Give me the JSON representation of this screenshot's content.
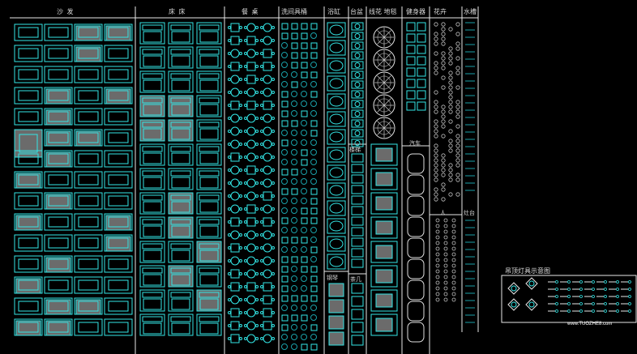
{
  "columns": [
    {
      "key": "sofa",
      "label": "沙  发"
    },
    {
      "key": "bed",
      "label": "床  床"
    },
    {
      "key": "dining",
      "label": "餐  桌"
    },
    {
      "key": "bath",
      "label": "洗间具桶"
    },
    {
      "key": "bathtub",
      "label": "浴缸"
    },
    {
      "key": "basin",
      "label": "台盆"
    },
    {
      "key": "floor",
      "label": "线花 地毯"
    },
    {
      "key": "office",
      "label": "健身器"
    },
    {
      "key": "plant",
      "label": "花卉"
    },
    {
      "key": "water",
      "label": "水槽"
    }
  ],
  "sublabels": [
    {
      "key": "car",
      "label": "汽车"
    },
    {
      "key": "stair",
      "label": "楼梯"
    },
    {
      "key": "piano",
      "label": "钢琴"
    },
    {
      "key": "tea",
      "label": "茶几"
    },
    {
      "key": "people",
      "label": "人"
    },
    {
      "key": "counter",
      "label": "灶台"
    }
  ],
  "legend": {
    "title": "吊顶灯具示意图"
  },
  "watermark": "www.TUOZHE8.com",
  "colors": {
    "background": "#000000",
    "symbol": "#33e6e6",
    "symbol_dim": "#1aa0a8",
    "fill": "#6b6b6b",
    "line": "#e8e8e8",
    "text": "#d8d8d8"
  }
}
